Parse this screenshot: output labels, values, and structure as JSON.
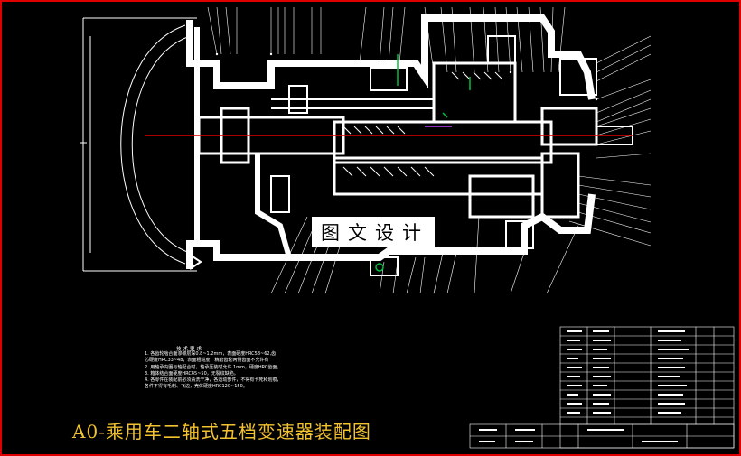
{
  "drawing": {
    "caption": "A0-乘用车二轴式五档变速器装配图",
    "watermark": "图文设计",
    "tech_notes": {
      "title": "技术要求",
      "lines": [
        "1. 各齿轮啮合面渗碳层深0.8~1.2mm，表面硬度HRC58~62,齿",
        "   芯硬度HRC33~48，表面粗糙度，精磨齿轮两侧齿面不允许有",
        "2. 用轴承内圈与轴配合时，轴承压装时允许 1mm，硬度HRC齿面。",
        "3. 箱体结合面硬度HRC45~50，无裂纹缺陷。",
        "4. 各零件在装配前必须清洗干净，各运动部件，不得有卡死和划痕，",
        "   各件不得有毛刺、飞边，壳体硬度HRC120~150。"
      ]
    }
  }
}
